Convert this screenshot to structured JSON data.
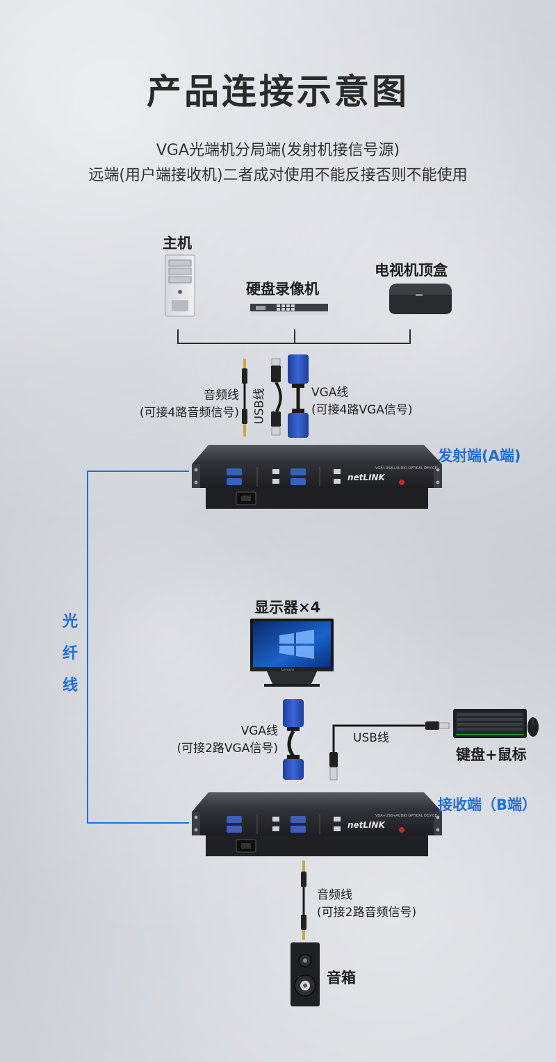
{
  "title": "产品连接示意图",
  "subtitle_line1": "VGA光端机分局端(发射机接信号源)",
  "subtitle_line2": "远端(用户端接收机)二者成对使用不能反接否则不能使用",
  "sources": {
    "host": "主机",
    "dvr": "硬盘录像机",
    "stb": "电视机顶盒"
  },
  "tx_cables": {
    "audio_line1": "音频线",
    "audio_line2": "(可接4路音频信号)",
    "usb": "USB线",
    "vga_line1": "VGA线",
    "vga_line2": "(可接4路VGA信号)"
  },
  "transmitter": {
    "label": "发射端(A端)",
    "brand": "netLINK",
    "model": "VGA+USB+AUDIO OPTICAL DEVICE"
  },
  "fiber_label": [
    "光",
    "纤",
    "线"
  ],
  "monitor": {
    "label": "显示器×4",
    "brand": "Lenovo"
  },
  "rx_cables": {
    "vga_line1": "VGA线",
    "vga_line2": "(可接2路VGA信号)",
    "usb": "USB线",
    "audio_line1": "音频线",
    "audio_line2": "(可接2路音频信号)"
  },
  "keyboard_mouse": "键盘+鼠标",
  "receiver": {
    "label": "接收端（B端）",
    "brand": "netLINK",
    "model": "VGA+USB+AUDIO OPTICAL DEVICE"
  },
  "speaker": "音箱",
  "colors": {
    "accent": "#1f6fd6",
    "device": "#2b2d31"
  }
}
